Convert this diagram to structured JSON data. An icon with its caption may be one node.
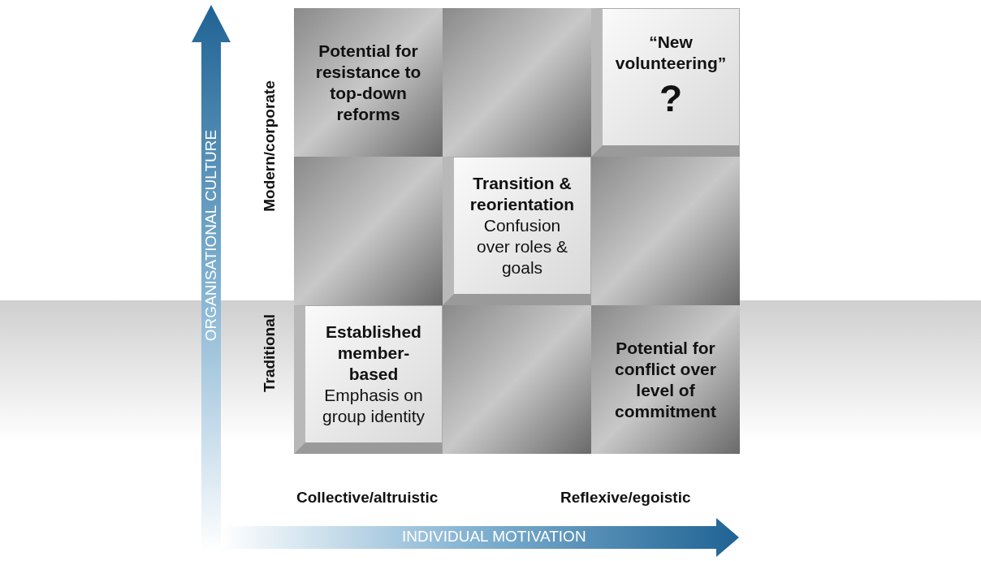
{
  "diagram": {
    "nodes": [
      {
        "text": [
          "Potential for resistance to top-down reforms"
        ]
      },
      {
        "text": [],
        "shape": "box"
      },
      {
        "text": [
          "“New volunteering”",
          "?"
        ]
      },
      {
        "text": [],
        "shape": "box"
      },
      {
        "text": [
          "Transition & reorientation",
          "Confusion over roles & goals"
        ]
      },
      {
        "text": [],
        "shape": "box"
      },
      {
        "text": [
          "Established member-based",
          "Emphasis on group identity"
        ]
      },
      {
        "text": [],
        "shape": "box"
      },
      {
        "text": [
          "Potential for conflict over level of commitment"
        ]
      }
    ],
    "labels": [
      "ORGANISATIONAL CULTURE",
      "Modern/corporate",
      "Traditional",
      "Collective/altruistic",
      "Reflexive/egoistic",
      "INDIVIDUAL MOTIVATION"
    ]
  }
}
